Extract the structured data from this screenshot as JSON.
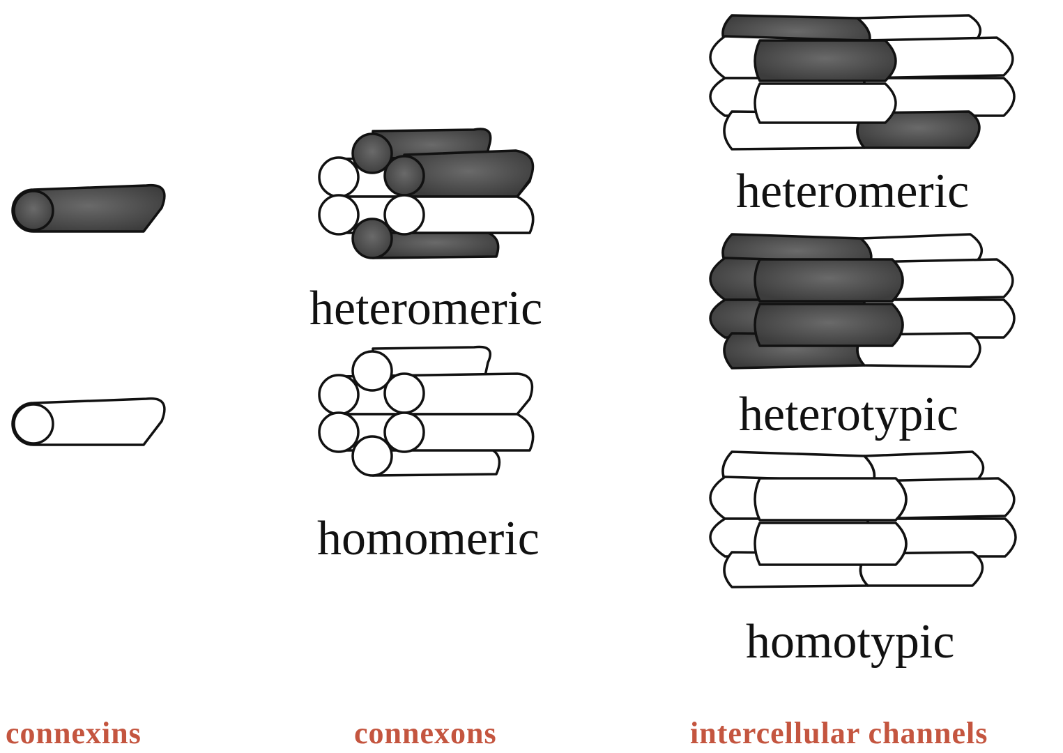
{
  "colors": {
    "dark": "#4a4a4a",
    "light": "#ffffff",
    "stroke": "#111111",
    "caption": "#c4553f"
  },
  "columns": {
    "connexins": {
      "caption": "connexins"
    },
    "connexons": {
      "caption": "connexons",
      "heteromeric": "heteromeric",
      "homomeric": "homomeric"
    },
    "channels": {
      "caption": "intercellular channels",
      "heteromeric": "heteromeric",
      "heterotypic": "heterotypic",
      "homotypic": "homotypic"
    }
  }
}
